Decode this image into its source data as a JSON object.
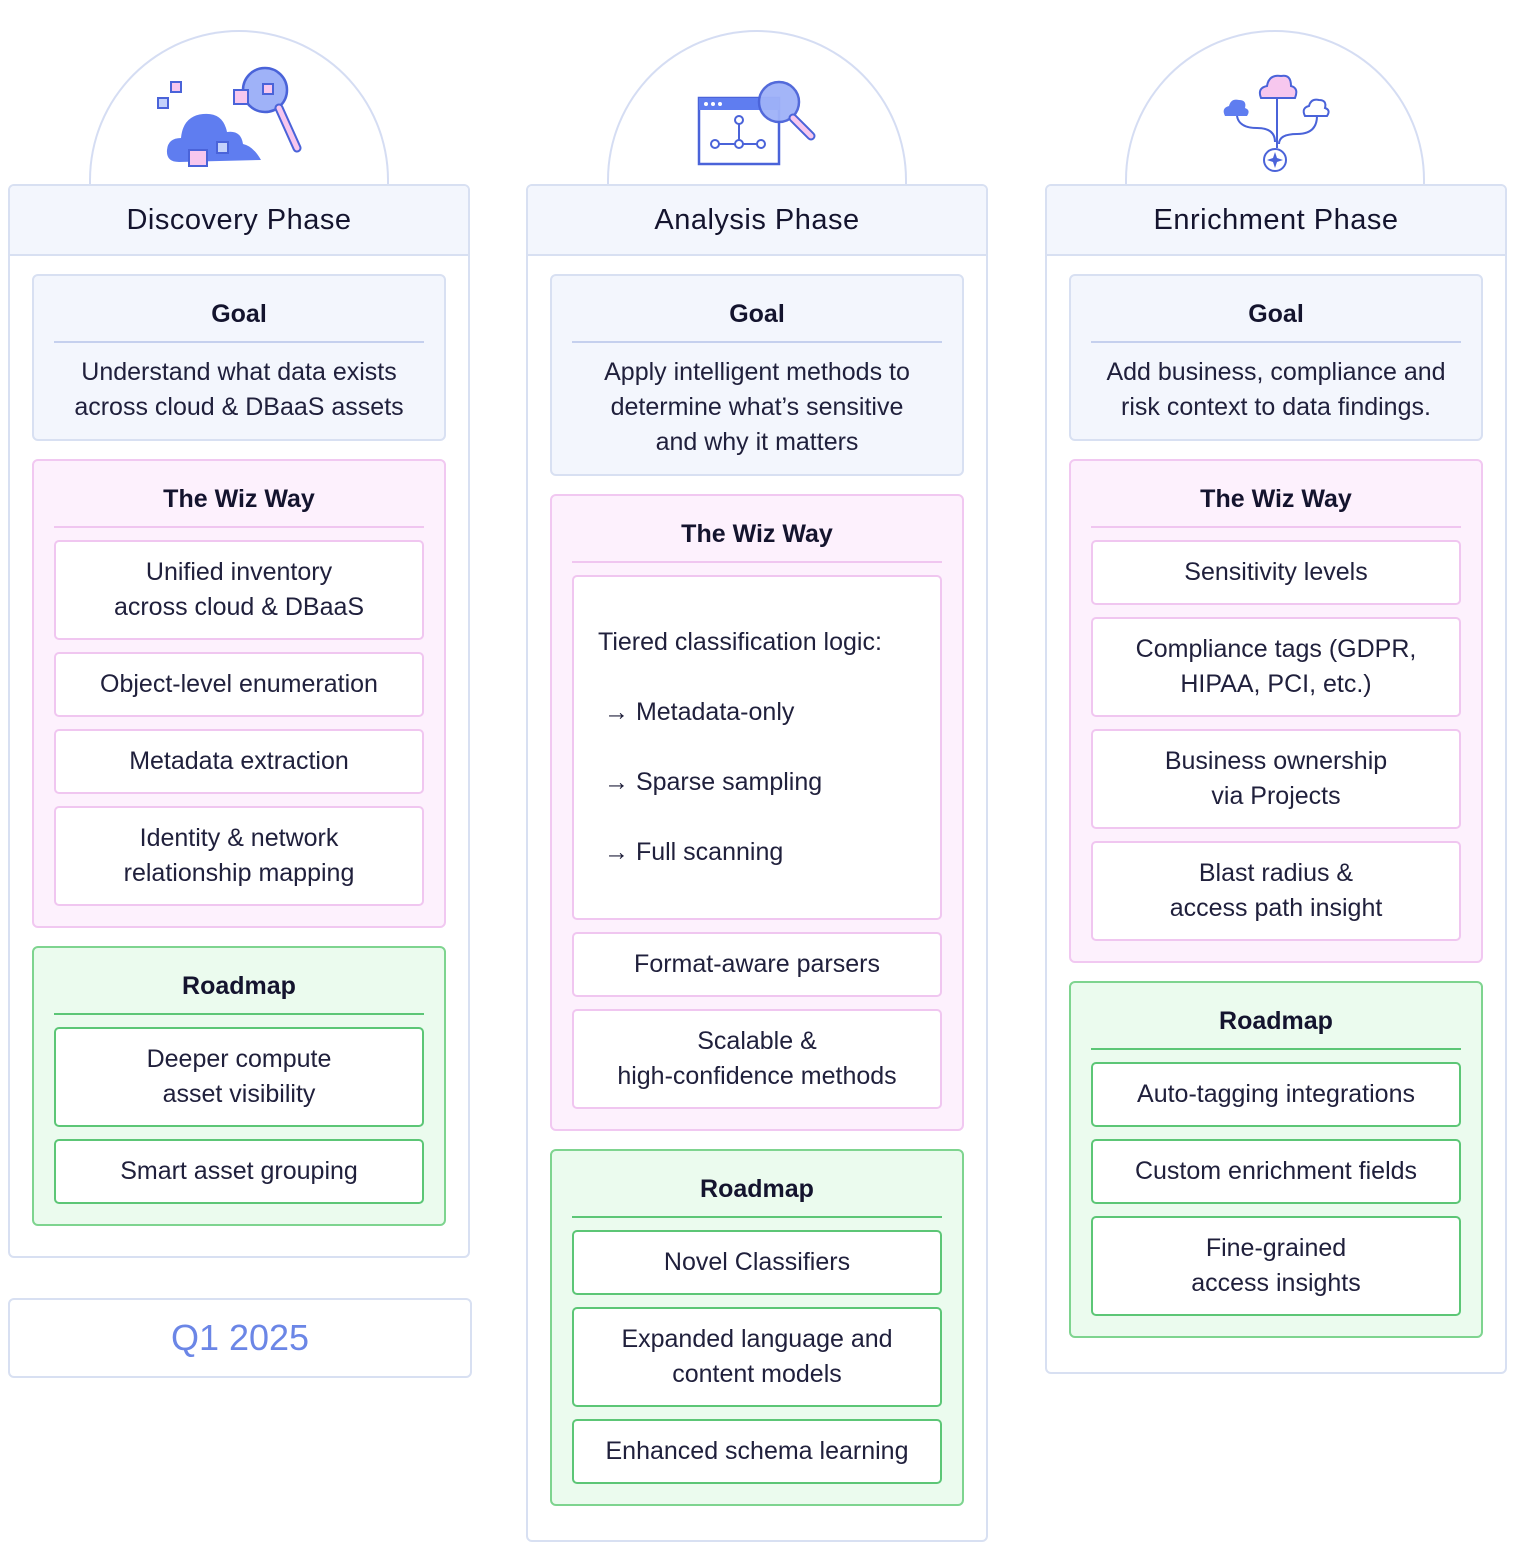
{
  "columns": [
    {
      "phase": "Discovery Phase",
      "icon": "cloud-search-icon",
      "goal_title": "Goal",
      "goal": "Understand what data exists\nacross cloud & DBaaS assets",
      "wiz_title": "The Wiz Way",
      "wiz_items": [
        "Unified inventory\nacross cloud & DBaaS",
        "Object-level enumeration",
        "Metadata extraction",
        "Identity & network\nrelationship mapping"
      ],
      "roadmap_title": "Roadmap",
      "roadmap_items": [
        "Deeper compute\nasset visibility",
        "Smart asset grouping"
      ]
    },
    {
      "phase": "Analysis Phase",
      "icon": "browser-graph-search-icon",
      "goal_title": "Goal",
      "goal": "Apply intelligent methods to\ndetermine what’s sensitive\nand why it matters",
      "wiz_title": "The Wiz Way",
      "tiered": {
        "heading": "Tiered classification logic:",
        "steps": [
          "→ Metadata-only",
          "→ Sparse sampling",
          "→ Full scanning"
        ]
      },
      "wiz_items": [
        "Format-aware parsers",
        "Scalable &\nhigh-confidence methods"
      ],
      "roadmap_title": "Roadmap",
      "roadmap_items": [
        "Novel Classifiers",
        "Expanded language and\ncontent models",
        "Enhanced schema learning"
      ]
    },
    {
      "phase": "Enrichment Phase",
      "icon": "cloud-tree-sparkle-icon",
      "goal_title": "Goal",
      "goal": "Add business, compliance and\nrisk context to data findings.",
      "wiz_title": "The Wiz Way",
      "wiz_items": [
        "Sensitivity levels",
        "Compliance tags (GDPR,\nHIPAA, PCI, etc.)",
        "Business ownership\nvia Projects",
        "Blast radius &\naccess path insight"
      ],
      "roadmap_title": "Roadmap",
      "roadmap_items": [
        "Auto-tagging integrations",
        "Custom enrichment fields",
        "Fine-grained\naccess insights"
      ]
    }
  ],
  "quarter_label": "Q1 2025",
  "colors": {
    "accent_blue": "#6b86e6",
    "pink_border": "#f0c6f0",
    "green_border": "#5cc676",
    "header_bg": "#f3f6fd"
  }
}
